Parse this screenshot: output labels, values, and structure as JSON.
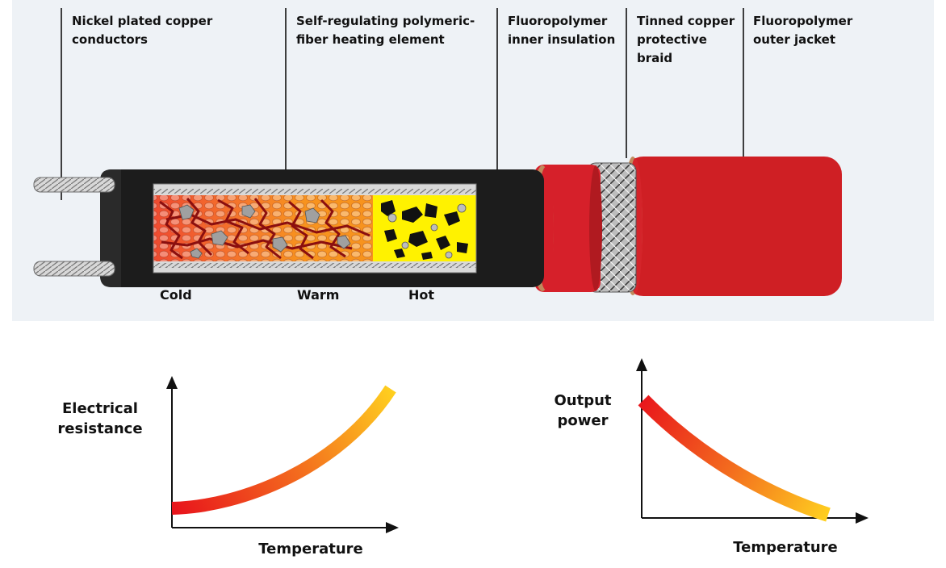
{
  "component_labels": {
    "conductors": [
      "Nickel plated copper",
      "conductors"
    ],
    "heating_element": [
      "Self-regulating polymeric-",
      "fiber heating element"
    ],
    "inner_insulation": [
      "Fluoropolymer",
      "inner insulation"
    ],
    "braid": [
      "Tinned copper",
      "protective",
      "braid"
    ],
    "outer_jacket": [
      "Fluoropolymer",
      "outer jacket"
    ]
  },
  "zone_labels": {
    "cold": "Cold",
    "warm": "Warm",
    "hot": "Hot"
  },
  "graph_left": {
    "ylabel": [
      "Electrical",
      "resistance"
    ],
    "xlabel": "Temperature"
  },
  "graph_right": {
    "ylabel": [
      "Output",
      "power"
    ],
    "xlabel": "Temperature"
  },
  "colors": {
    "panel_bg": "#eef2f6",
    "cable_black": "#1c1c1c",
    "jacket_red": "#cf1f24",
    "inner_red": "#d6202a",
    "braid_gray": "#b9b9b9",
    "cold_orange": "#f05a28",
    "warm_orange": "#f7901e",
    "hot_yellow": "#fff200",
    "curve_red": "#e8141c",
    "curve_yellow": "#ffd21f"
  }
}
